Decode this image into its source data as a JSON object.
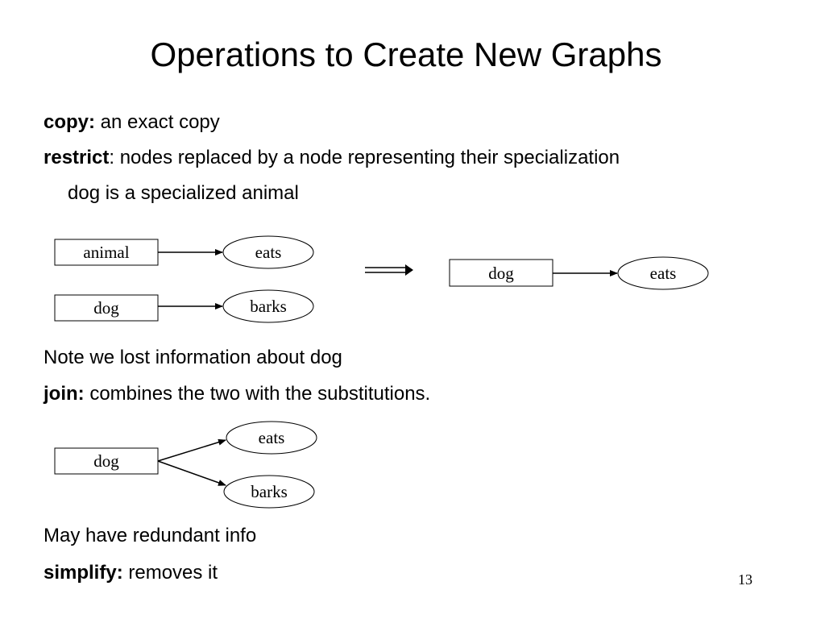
{
  "slide": {
    "title": "Operations to Create New Graphs",
    "page_number": "13"
  },
  "lines": {
    "copy_term": "copy:",
    "copy_desc": " an exact copy",
    "restrict_term": "restrict",
    "restrict_desc": ": nodes replaced by a node representing their specialization",
    "restrict_example": "dog is a specialized animal",
    "note": "Note we lost information about dog",
    "join_term": "join:",
    "join_desc": " combines the two with the substitutions.",
    "redundant": "May have redundant info",
    "simplify_term": "simplify:",
    "simplify_desc": " removes it"
  },
  "diagrams": {
    "restrict_input_1": {
      "concept": "animal",
      "relation": "eats"
    },
    "restrict_input_2": {
      "concept": "dog",
      "relation": "barks"
    },
    "restrict_output": {
      "concept": "dog",
      "relation": "eats"
    },
    "join_result": {
      "concept": "dog",
      "relation_1": "eats",
      "relation_2": "barks"
    }
  }
}
